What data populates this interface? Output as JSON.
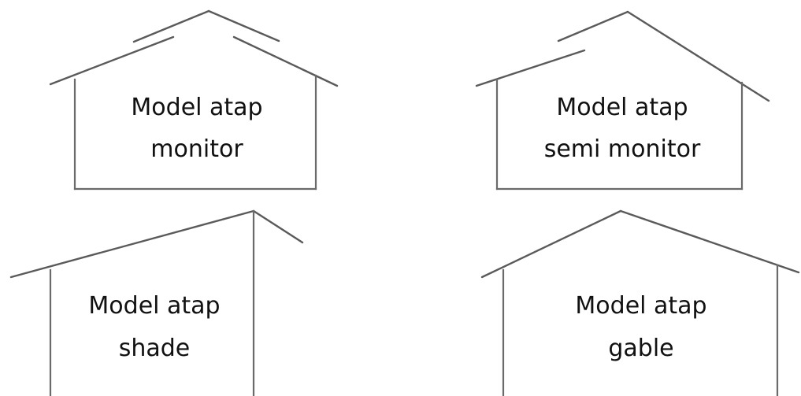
{
  "houses": [
    {
      "id": "monitor",
      "label_line1": "Model atap",
      "label_line2": "monitor"
    },
    {
      "id": "semi-monitor",
      "label_line1": "Model atap",
      "label_line2": "semi monitor"
    },
    {
      "id": "shade",
      "label_line1": "Model atap",
      "label_line2": "shade"
    },
    {
      "id": "gable",
      "label_line1": "Model atap",
      "label_line2": "gable"
    }
  ],
  "colors": {
    "line": "#5a5a5a",
    "text": "#111111",
    "background": "#ffffff"
  }
}
